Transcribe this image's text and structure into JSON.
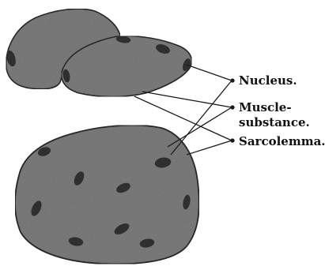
{
  "labels": {
    "nucleus": "Nucleus.",
    "muscle_line1": "Muscle-",
    "muscle_line2": "substance.",
    "sarcolemma": "Sarcolemma."
  },
  "colors": {
    "fiber_fill": "#7f7f7f",
    "fiber_stroke": "#2a2a2a",
    "nucleus_fill": "#2f2f2f",
    "line": "#1a1a1a"
  }
}
